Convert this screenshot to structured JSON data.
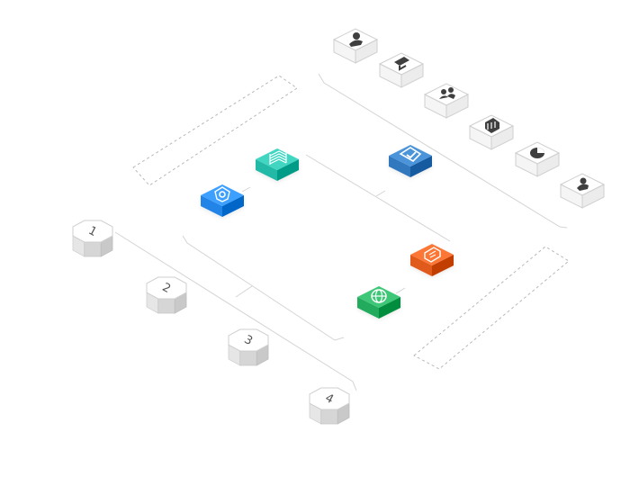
{
  "diagram": {
    "steps": [
      {
        "label": "1"
      },
      {
        "label": "2"
      },
      {
        "label": "3"
      },
      {
        "label": "4"
      }
    ],
    "gray_icons": [
      {
        "icon": "user-icon"
      },
      {
        "icon": "monitor-icon"
      },
      {
        "icon": "people-icon"
      },
      {
        "icon": "building-icon"
      },
      {
        "icon": "pie-chart-icon"
      },
      {
        "icon": "person-bust-icon"
      }
    ],
    "colored_blocks": [
      {
        "icon": "shield-gear-icon",
        "color": "#2b8ef0"
      },
      {
        "icon": "server-rack-icon",
        "color": "#2ec4b0"
      },
      {
        "icon": "shield-check-icon",
        "color": "#3a82c8"
      },
      {
        "icon": "scroll-icon",
        "color": "#ea6424"
      },
      {
        "icon": "globe-icon",
        "color": "#2bb565"
      }
    ]
  }
}
